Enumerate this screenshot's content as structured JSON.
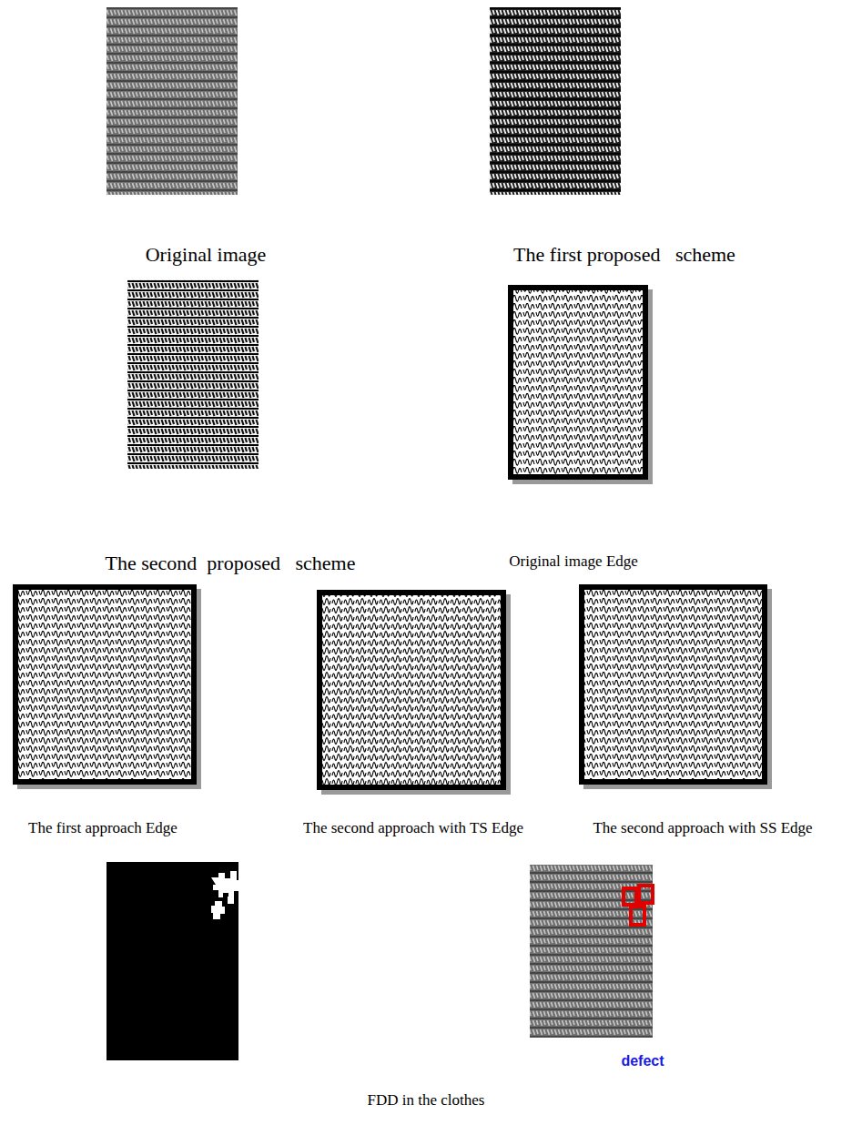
{
  "diagram": {
    "labels": [
      "Original image",
      "The first proposed   scheme",
      "The second  proposed   scheme",
      "Original image Edge",
      "The first approach Edge",
      "The second approach with TS Edge",
      "The second approach with SS Edge",
      "defect",
      "FDD in the clothes"
    ]
  }
}
